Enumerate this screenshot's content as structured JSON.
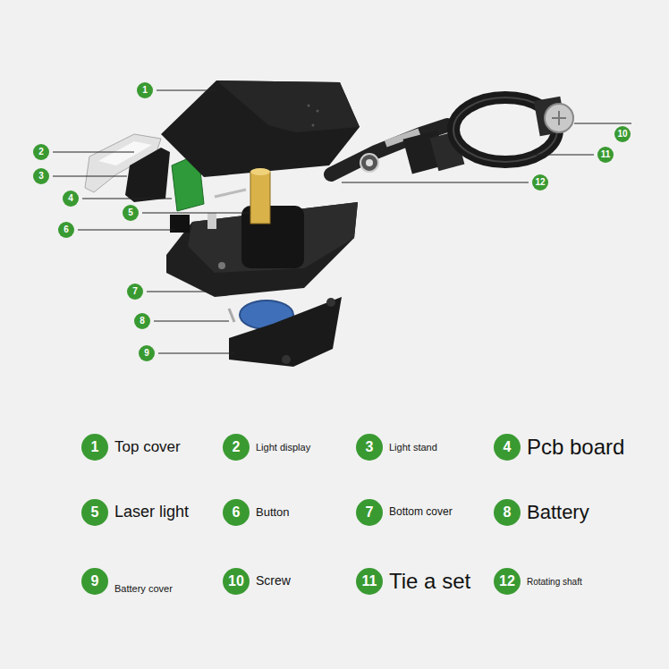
{
  "diagram": {
    "labels": [
      "1",
      "2",
      "3",
      "4",
      "5",
      "6",
      "7",
      "8",
      "9",
      "10",
      "11",
      "12",
      "1",
      "Top cover",
      "2",
      "Light display",
      "3",
      "Light stand",
      "4",
      "Pcb board",
      "5",
      "Laser light",
      "6",
      "Button",
      "7",
      "Bottom cover",
      "8",
      "Battery",
      "9",
      "Battery cover",
      "10",
      "Screw",
      "11",
      "Tie a set",
      "12",
      "Rotating shaft"
    ]
  }
}
